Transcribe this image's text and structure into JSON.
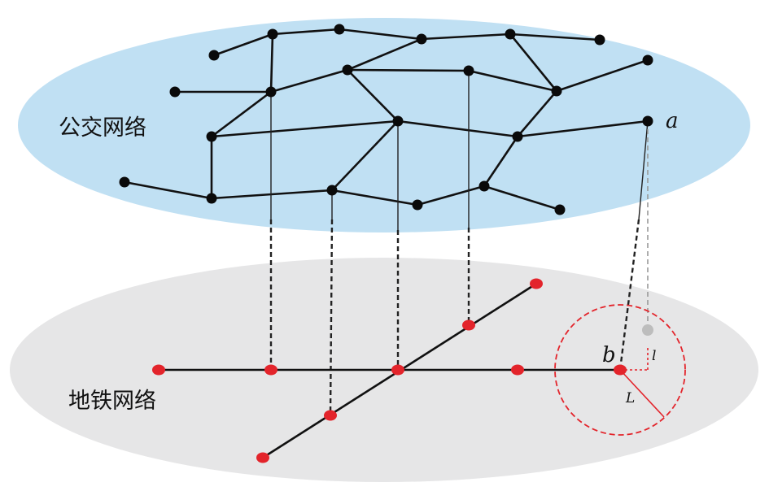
{
  "labels": {
    "bus_network": "公交网络",
    "subway_network": "地铁网络",
    "point_a": "a",
    "point_b": "b",
    "small_l": "l",
    "radius_L": "L"
  },
  "colors": {
    "bus_plane": "#c0e0f3",
    "subway_plane": "#e6e6e7",
    "bus_node": "#0a0a0a",
    "subway_node": "#e3242b",
    "projected_node": "#bdbdbd",
    "circle": "#e3242b"
  }
}
